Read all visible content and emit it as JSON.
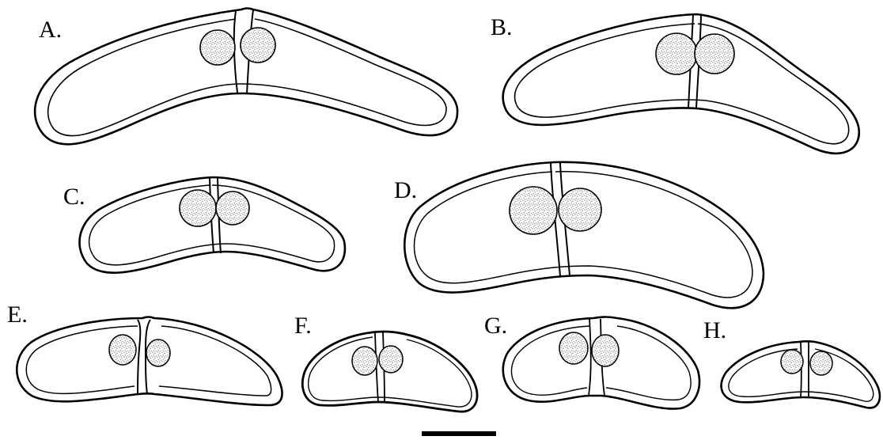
{
  "labels": {
    "a": "A.",
    "b": "B.",
    "c": "C.",
    "d": "D.",
    "e": "E.",
    "f": "F.",
    "g": "G.",
    "h": "H."
  },
  "colors": {
    "stroke": "#000000",
    "fill": "#ffffff",
    "stipple": "#1a1a1a"
  },
  "panels": [
    {
      "id": "a",
      "label": "A.",
      "shape": "curved two-celled spore with constricted septum",
      "nuclei": 2
    },
    {
      "id": "b",
      "label": "B.",
      "shape": "curved two-celled spore",
      "nuclei": 2
    },
    {
      "id": "c",
      "label": "C.",
      "shape": "curved two-celled spore",
      "nuclei": 2
    },
    {
      "id": "d",
      "label": "D.",
      "shape": "curved two-celled spore",
      "nuclei": 2
    },
    {
      "id": "e",
      "label": "E.",
      "shape": "two-celled spore with constricted septum",
      "nuclei": 2
    },
    {
      "id": "f",
      "label": "F.",
      "shape": "two-celled spore",
      "nuclei": 2
    },
    {
      "id": "g",
      "label": "G.",
      "shape": "two-celled spore with notched septum",
      "nuclei": 2
    },
    {
      "id": "h",
      "label": "H.",
      "shape": "two-celled spore",
      "nuclei": 2
    }
  ],
  "scale_bar": {
    "shown": true,
    "label": ""
  }
}
